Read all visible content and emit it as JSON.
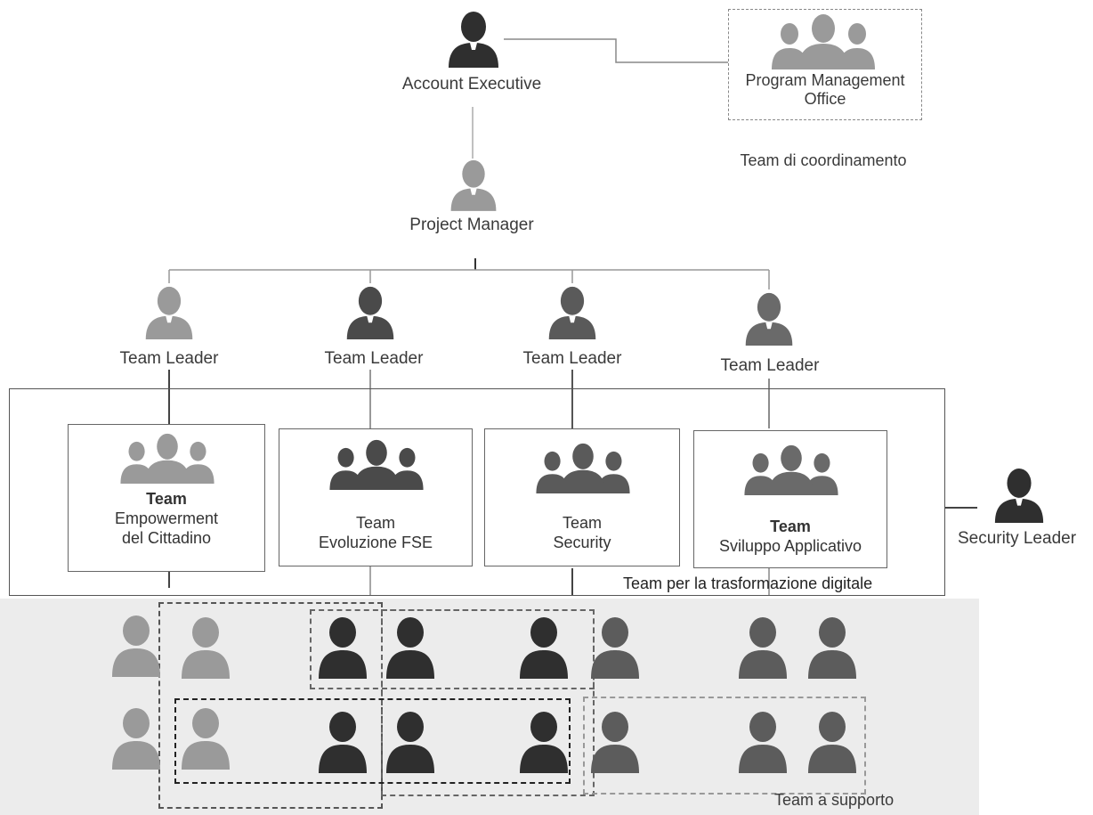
{
  "roles": {
    "account_executive": "Account Executive",
    "pmo": "Program Management Office",
    "coordination_team": "Team di coordinamento",
    "project_manager": "Project Manager",
    "team_leader": "Team Leader",
    "security_leader": "Security Leader"
  },
  "teams": [
    {
      "line1": "Team",
      "line2": "Empowerment",
      "line3": "del Cittadino"
    },
    {
      "line1": "Team",
      "line2": "Evoluzione FSE"
    },
    {
      "line1": "Team",
      "line2": "Security"
    },
    {
      "line1": "Team",
      "line2": "Sviluppo Applicativo"
    }
  ],
  "group_labels": {
    "digital": "Team per la trasformazione digitale",
    "support": "Team a supporto"
  },
  "colors": {
    "dark": "#2f2f2f",
    "mid": "#5c5c5c",
    "light": "#9a9a9a"
  }
}
